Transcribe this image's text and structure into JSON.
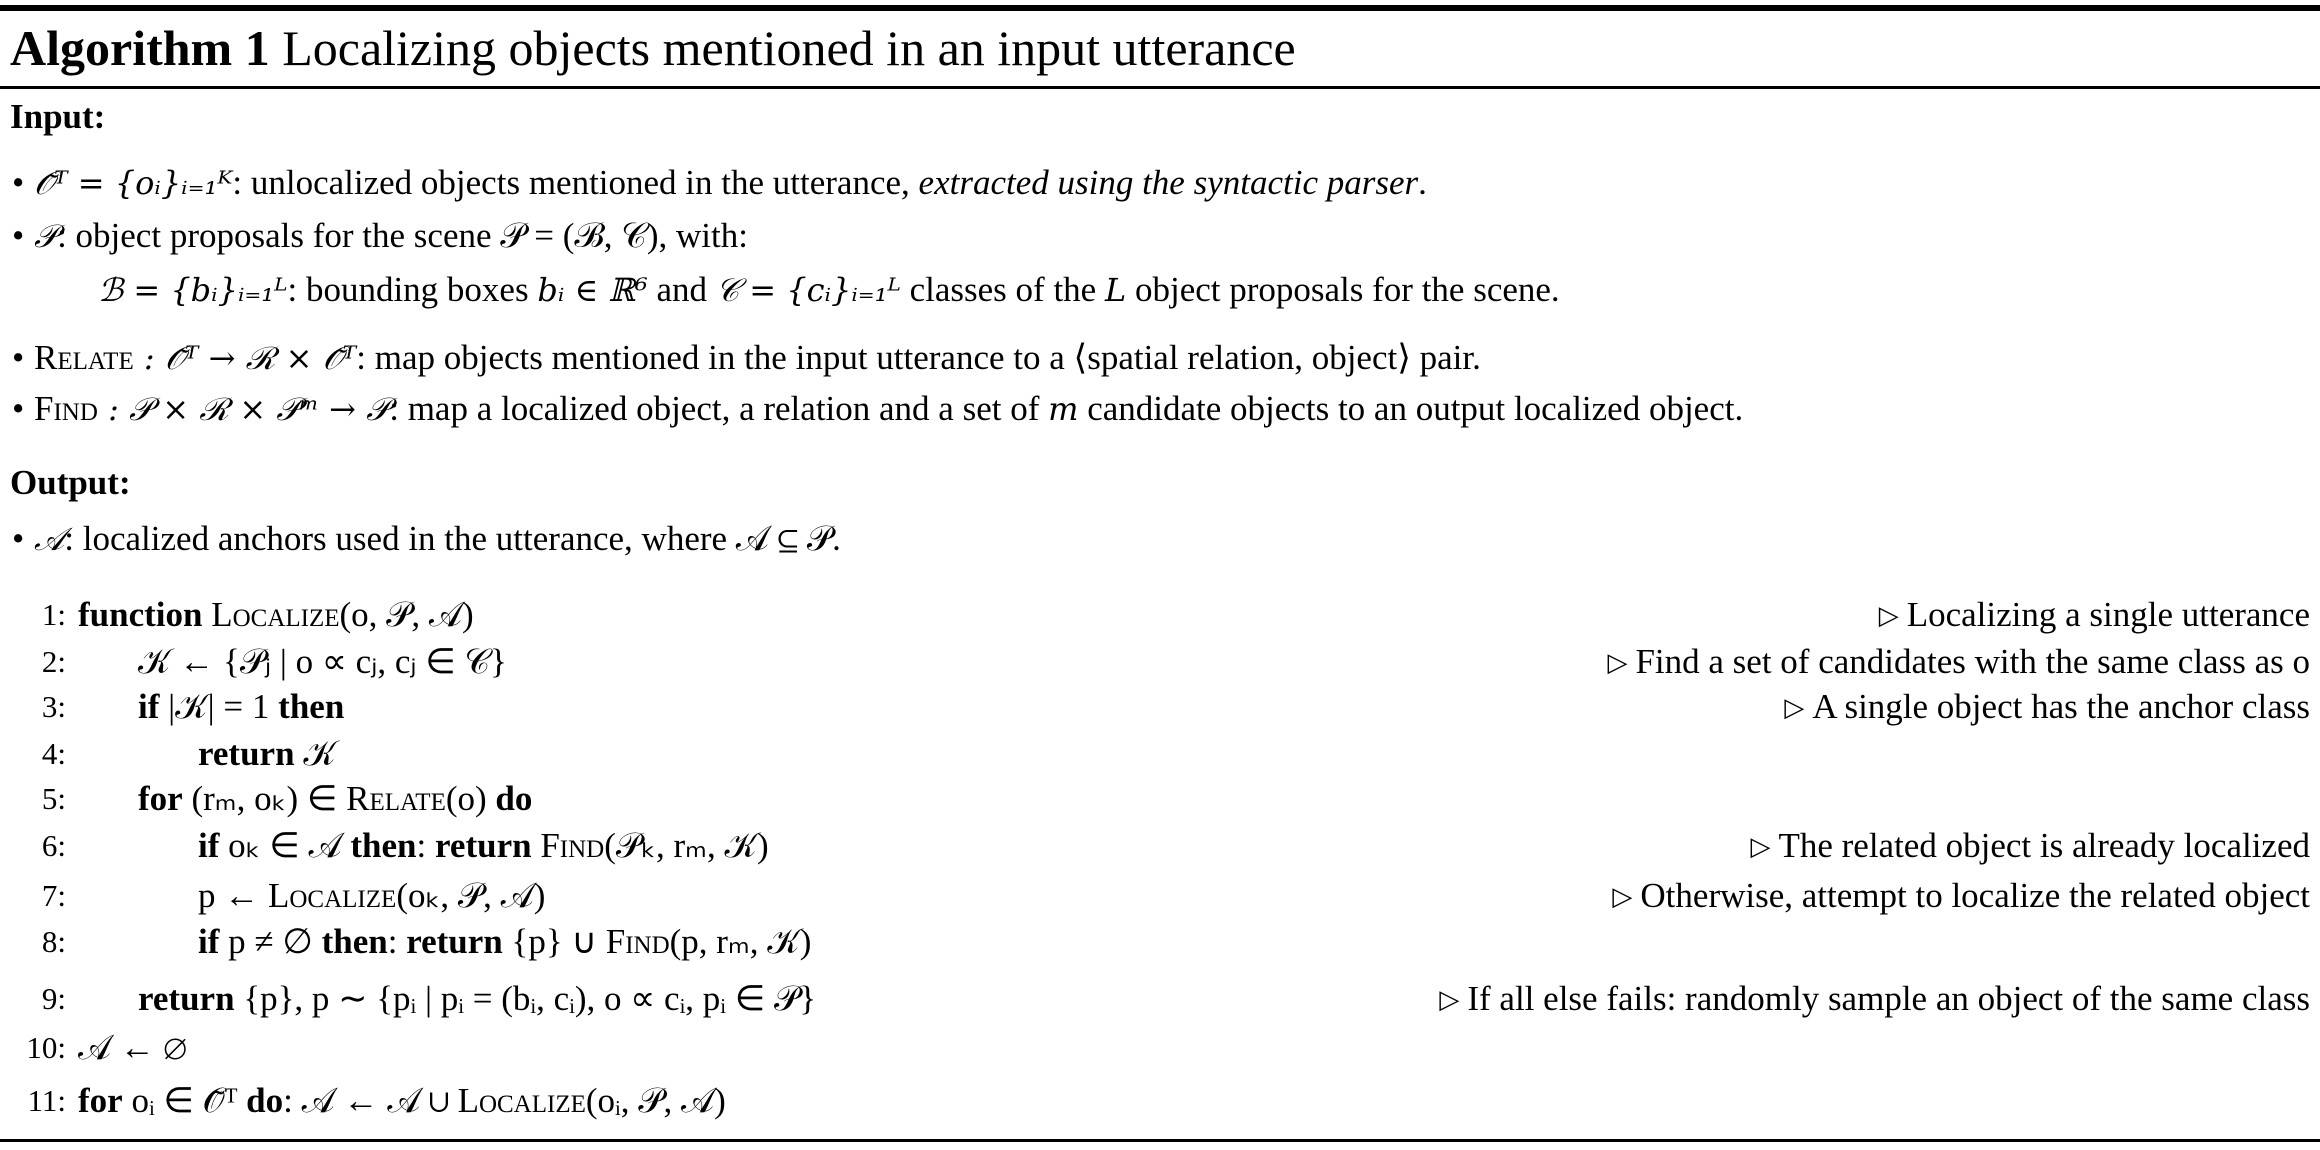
{
  "title": {
    "algorithm_label": "Algorithm 1",
    "caption": "Localizing objects mentioned in an input utterance"
  },
  "input": {
    "heading": "Input",
    "bullets": [
      {
        "math": "𝒪̃ᵀ = {oᵢ}ᵢ₌₁ᴷ",
        "text": ": unlocalized objects mentioned in the utterance, ",
        "emph": "extracted using the syntactic parser",
        "end": "."
      },
      {
        "math": "𝒫",
        "text": ": object proposals for the scene 𝒫 = (ℬ, 𝒞), with:"
      }
    ],
    "sub_line": {
      "math_b": "ℬ = {bᵢ}ᵢ₌₁ᴸ",
      "text1": ": bounding boxes ",
      "math_bi": "bᵢ ∈ ℝ⁶",
      "text2": " and ",
      "math_c": "𝒞 = {cᵢ}ᵢ₌₁ᴸ",
      "text3": " classes of the ",
      "math_L": "L",
      "text4": " object proposals for the scene."
    },
    "relate_bullet": {
      "name": "Relate",
      "math": " : 𝒪̃ᵀ → ℛ × 𝒪̃ᵀ",
      "text": ": map objects mentioned in the input utterance to a ⟨spatial relation, object⟩ pair."
    },
    "find_bullet": {
      "name": "Find",
      "math": " : 𝒫 × ℛ × 𝒫ᵐ → 𝒫",
      "text": ": map a localized object, a relation and a set of ",
      "math_m": "m",
      "text2": " candidate objects to an output localized object."
    }
  },
  "output": {
    "heading": "Output",
    "bullet": {
      "math": "𝒜",
      "text": ": localized anchors used in the utterance, where 𝒜 ⊆ 𝒫."
    }
  },
  "algorithm": [
    {
      "num": "1:",
      "code": "function LOCALIZE(o, 𝒫, 𝒜)",
      "comment": "Localizing a single utterance"
    },
    {
      "num": "2:",
      "code": "𝒦 ← {𝒫ⱼ | o ∝ cⱼ, cⱼ ∈ 𝒞}",
      "comment": "Find a set of candidates with the same class as o"
    },
    {
      "num": "3:",
      "code": "if |𝒦| = 1 then",
      "comment": "A single object has the anchor class"
    },
    {
      "num": "4:",
      "code": "return 𝒦",
      "comment": ""
    },
    {
      "num": "5:",
      "code": "for (rₘ, oₖ) ∈ RELATE(o) do",
      "comment": ""
    },
    {
      "num": "6:",
      "code": "if oₖ ∈ 𝒜 then:  return FIND(𝒫ₖ, rₘ, 𝒦)",
      "comment": "The related object is already localized"
    },
    {
      "num": "7:",
      "code": "p ← LOCALIZE(oₖ, 𝒫, 𝒜)",
      "comment": "Otherwise, attempt to localize the related object"
    },
    {
      "num": "8:",
      "code": "if p ≠ ∅ then:    return {p} ∪ FIND(p, rₘ, 𝒦)",
      "comment": ""
    },
    {
      "num": "9:",
      "code": "return {p}, p ∼ {pᵢ | pᵢ = (bᵢ, cᵢ), o ∝ cᵢ, pᵢ ∈ 𝒫}",
      "comment": "If all else fails: randomly sample an object of the same class"
    },
    {
      "num": "10:",
      "code": "𝒜 ← ∅",
      "comment": ""
    },
    {
      "num": "11:",
      "code": "for oᵢ ∈ 𝒪̃ᵀ do: 𝒜 ← 𝒜 ∪ LOCALIZE(oᵢ, 𝒫, 𝒜)",
      "comment": ""
    }
  ],
  "comment_marker": "▷"
}
